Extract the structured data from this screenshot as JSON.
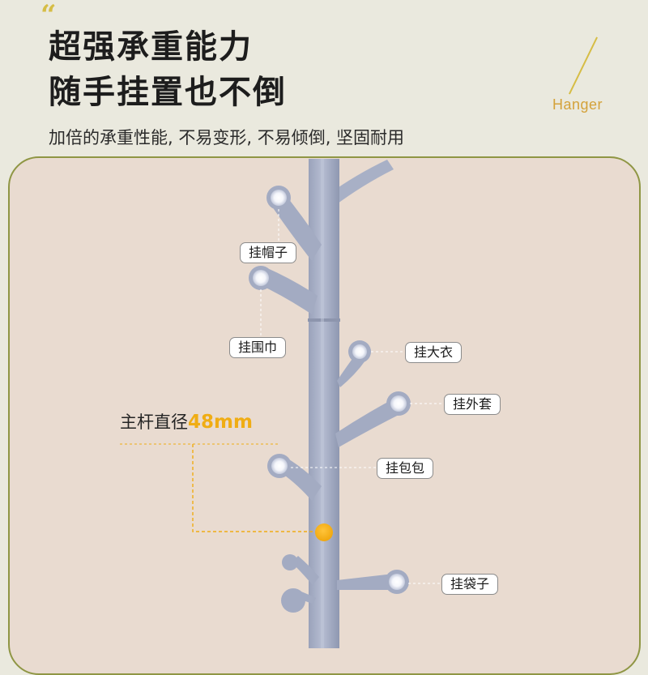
{
  "quote_mark": "“",
  "headline": [
    "超强承重能力",
    "随手挂置也不倒"
  ],
  "subtitle": "加倍的承重性能, 不易变形, 不易倾倒, 坚固耐用",
  "brand": "Hanger",
  "labels": {
    "hat": "挂帽子",
    "scarf": "挂围巾",
    "coat": "挂大衣",
    "jacket": "挂外套",
    "handbag": "挂包包",
    "bag": "挂袋子"
  },
  "diameter": {
    "label": "主杆直径",
    "value": "48mm"
  },
  "colors": {
    "background": "#eae9de",
    "panel": "#e9dbd0",
    "panel_border": "#8f9644",
    "pole": "#a9b1c8",
    "accent_yellow": "#d6bd45",
    "accent_orange": "#f0ad14"
  }
}
